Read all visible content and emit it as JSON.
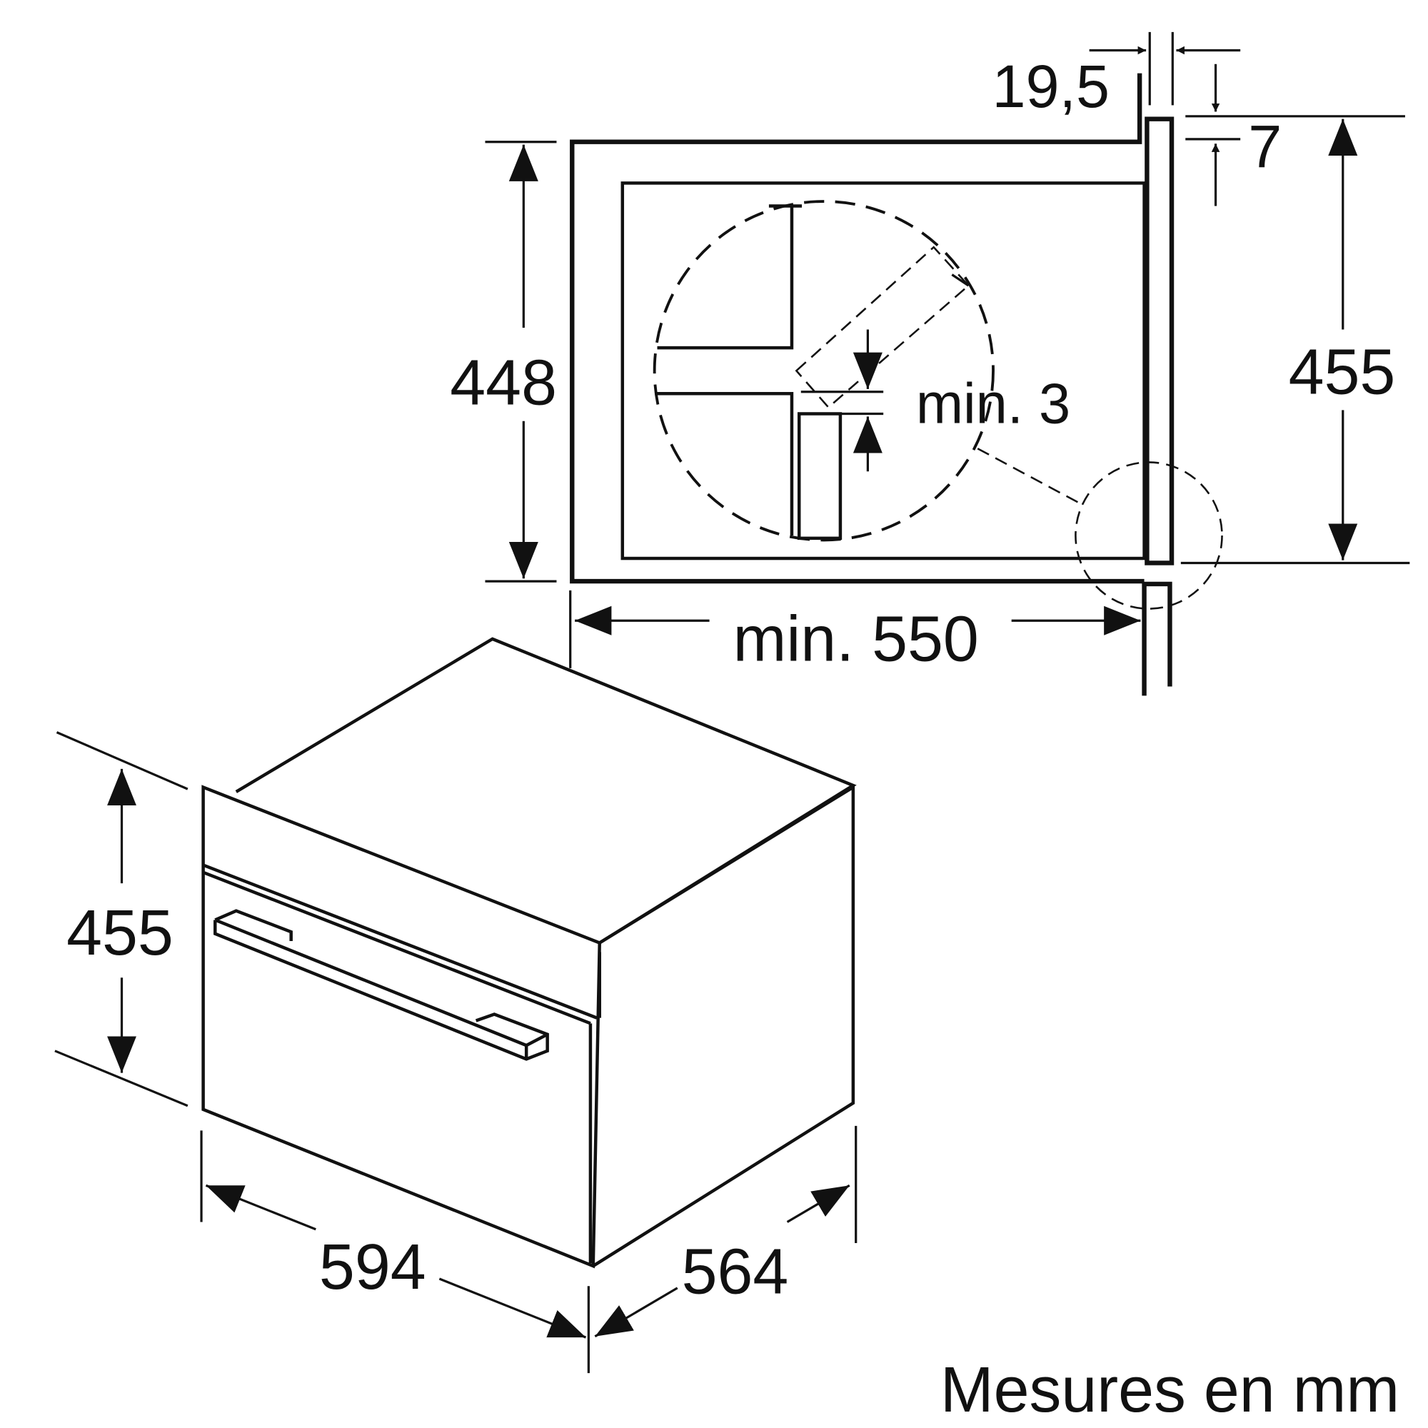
{
  "dimensions": {
    "gap_panel": "19,5",
    "panel_offset": "7",
    "niche_height": "448",
    "front_height": "455",
    "niche_depth": "min. 550",
    "vent_gap": "min. 3",
    "appliance_height": "455",
    "appliance_width": "594",
    "appliance_depth": "564"
  },
  "footer": {
    "units_note": "Mesures en mm"
  }
}
